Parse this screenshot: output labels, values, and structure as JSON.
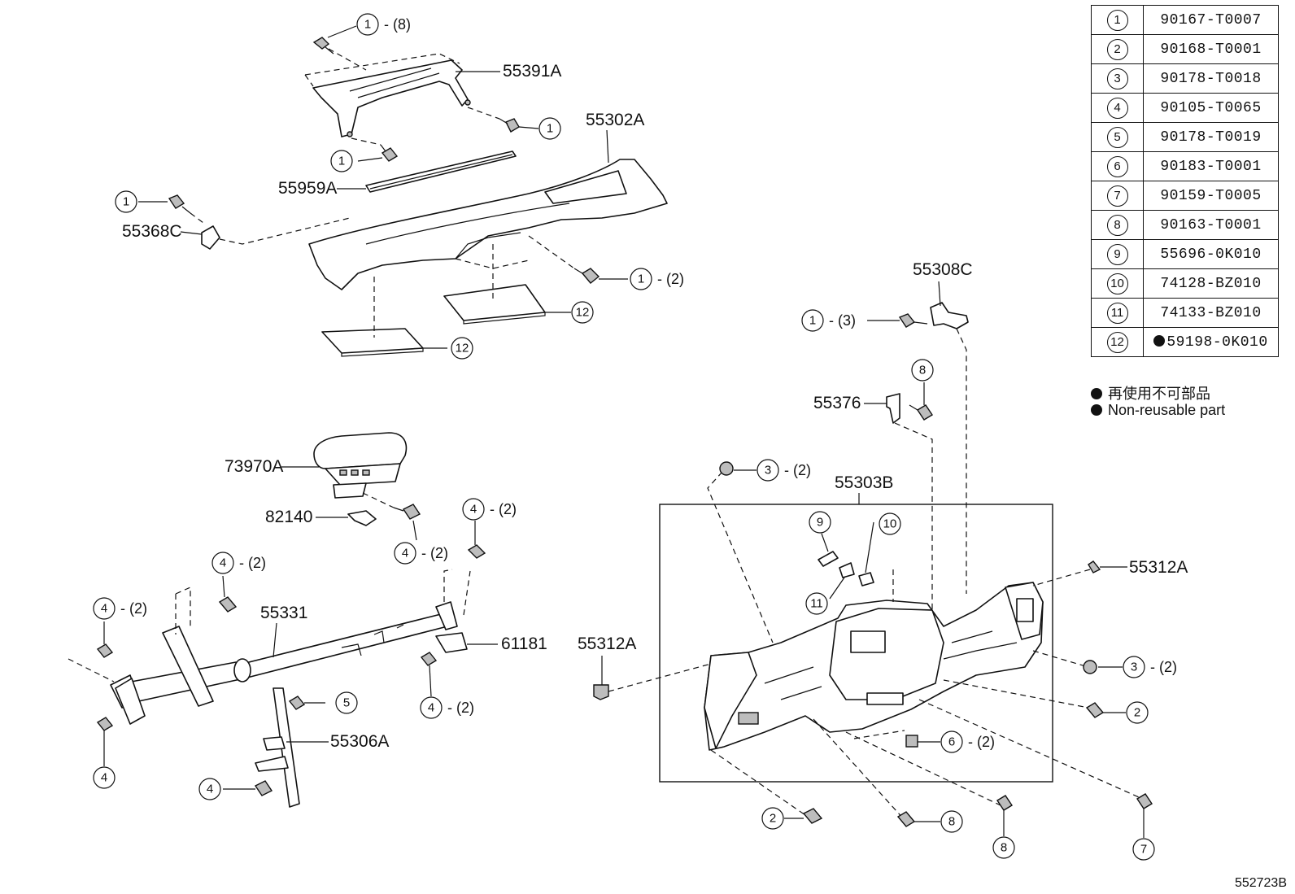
{
  "legend": {
    "rows": [
      {
        "num": "1",
        "part": "90167-T0007",
        "nonreusable": false
      },
      {
        "num": "2",
        "part": "90168-T0001",
        "nonreusable": false
      },
      {
        "num": "3",
        "part": "90178-T0018",
        "nonreusable": false
      },
      {
        "num": "4",
        "part": "90105-T0065",
        "nonreusable": false
      },
      {
        "num": "5",
        "part": "90178-T0019",
        "nonreusable": false
      },
      {
        "num": "6",
        "part": "90183-T0001",
        "nonreusable": false
      },
      {
        "num": "7",
        "part": "90159-T0005",
        "nonreusable": false
      },
      {
        "num": "8",
        "part": "90163-T0001",
        "nonreusable": false
      },
      {
        "num": "9",
        "part": "55696-0K010",
        "nonreusable": false
      },
      {
        "num": "10",
        "part": "74128-BZ010",
        "nonreusable": false
      },
      {
        "num": "11",
        "part": "74133-BZ010",
        "nonreusable": false
      },
      {
        "num": "12",
        "part": "59198-0K010",
        "nonreusable": true
      }
    ],
    "note_jp": "再使用不可部品",
    "note_en": "Non-reusable part"
  },
  "diagram_code": "552723B",
  "labels": {
    "p55391A": "55391A",
    "p55302A": "55302A",
    "p55959A": "55959A",
    "p55368C": "55368C",
    "p55308C": "55308C",
    "p55376": "55376",
    "p73970A": "73970A",
    "p82140": "82140",
    "p55303B": "55303B",
    "p55331": "55331",
    "p61181": "61181",
    "p55312A_left": "55312A",
    "p55312A_right": "55312A",
    "p55306A": "55306A"
  },
  "callouts": [
    {
      "num": "1",
      "qty": "- (8)"
    },
    {
      "num": "1",
      "qty": ""
    },
    {
      "num": "1",
      "qty": ""
    },
    {
      "num": "1",
      "qty": ""
    },
    {
      "num": "1",
      "qty": "- (2)"
    },
    {
      "num": "12",
      "qty": ""
    },
    {
      "num": "12",
      "qty": ""
    },
    {
      "num": "1",
      "qty": "- (3)"
    },
    {
      "num": "8",
      "qty": ""
    },
    {
      "num": "3",
      "qty": "- (2)"
    },
    {
      "num": "9",
      "qty": ""
    },
    {
      "num": "10",
      "qty": ""
    },
    {
      "num": "11",
      "qty": ""
    },
    {
      "num": "4",
      "qty": "- (2)"
    },
    {
      "num": "4",
      "qty": "- (2)"
    },
    {
      "num": "4",
      "qty": "- (2)"
    },
    {
      "num": "4",
      "qty": "- (2)"
    },
    {
      "num": "4",
      "qty": "- (2)"
    },
    {
      "num": "5",
      "qty": ""
    },
    {
      "num": "4",
      "qty": ""
    },
    {
      "num": "4",
      "qty": ""
    },
    {
      "num": "3",
      "qty": "- (2)"
    },
    {
      "num": "2",
      "qty": ""
    },
    {
      "num": "6",
      "qty": "- (2)"
    },
    {
      "num": "2",
      "qty": ""
    },
    {
      "num": "8",
      "qty": ""
    },
    {
      "num": "8",
      "qty": ""
    },
    {
      "num": "7",
      "qty": ""
    }
  ]
}
